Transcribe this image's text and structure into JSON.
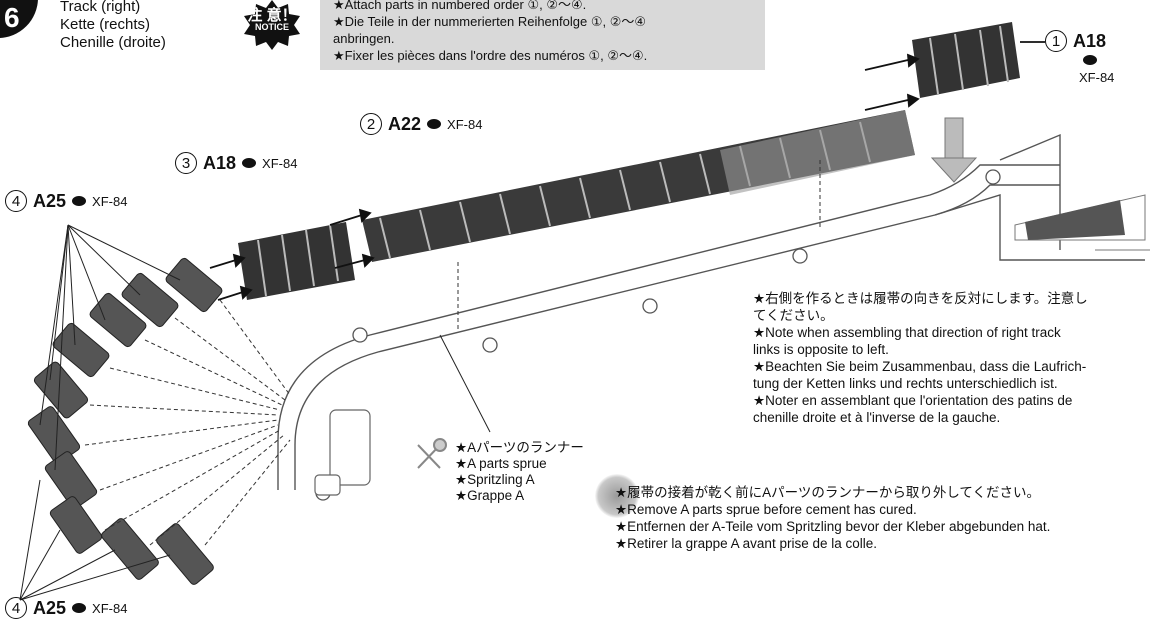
{
  "step": {
    "number": "6",
    "titles": [
      "Track (right)",
      "Kette (rechts)",
      "Chenille (droite)"
    ]
  },
  "notice_badge": {
    "jp": "注 意！",
    "en": "NOTICE"
  },
  "notice_lines": [
    "★Attach parts in numbered order ①, ②～④.",
    "★Die Teile in der nummerierten Reihenfolge ①, ②～④",
    "anbringen.",
    "★Fixer les pièces dans l'ordre des numéros ①, ②～④."
  ],
  "callouts": [
    {
      "num": "1",
      "part": "A18",
      "paint": "XF-84"
    },
    {
      "num": "2",
      "part": "A22",
      "paint": "XF-84"
    },
    {
      "num": "3",
      "part": "A18",
      "paint": "XF-84"
    },
    {
      "num": "4",
      "part": "A25",
      "paint": "XF-84"
    },
    {
      "num": "4",
      "part": "A25",
      "paint": "XF-84"
    }
  ],
  "right_note": [
    "★右側を作るときは履帯の向きを反対にします。注意し",
    "てください。",
    "★Note when assembling that direction of right track",
    "links is opposite to left.",
    "★Beachten Sie beim Zusammenbau, dass die Laufrich-",
    "tung der Ketten links und rechts unterschiedlich ist.",
    "★Noter en assemblant que l'orientation des patins de",
    "chenille droite et à l'inverse de la gauche."
  ],
  "sprue_label": [
    "★Aパーツのランナー",
    "★A parts sprue",
    "★Spritzling A",
    "★Grappe A"
  ],
  "bottom_note": [
    "★履帯の接着が乾く前にAパーツのランナーから取り外してください。",
    "★Remove A parts sprue before cement has cured.",
    "★Entfernen der A-Teile vom Spritzling bevor der Kleber abgebunden hat.",
    "★Retirer la grappe A avant prise de la colle."
  ]
}
